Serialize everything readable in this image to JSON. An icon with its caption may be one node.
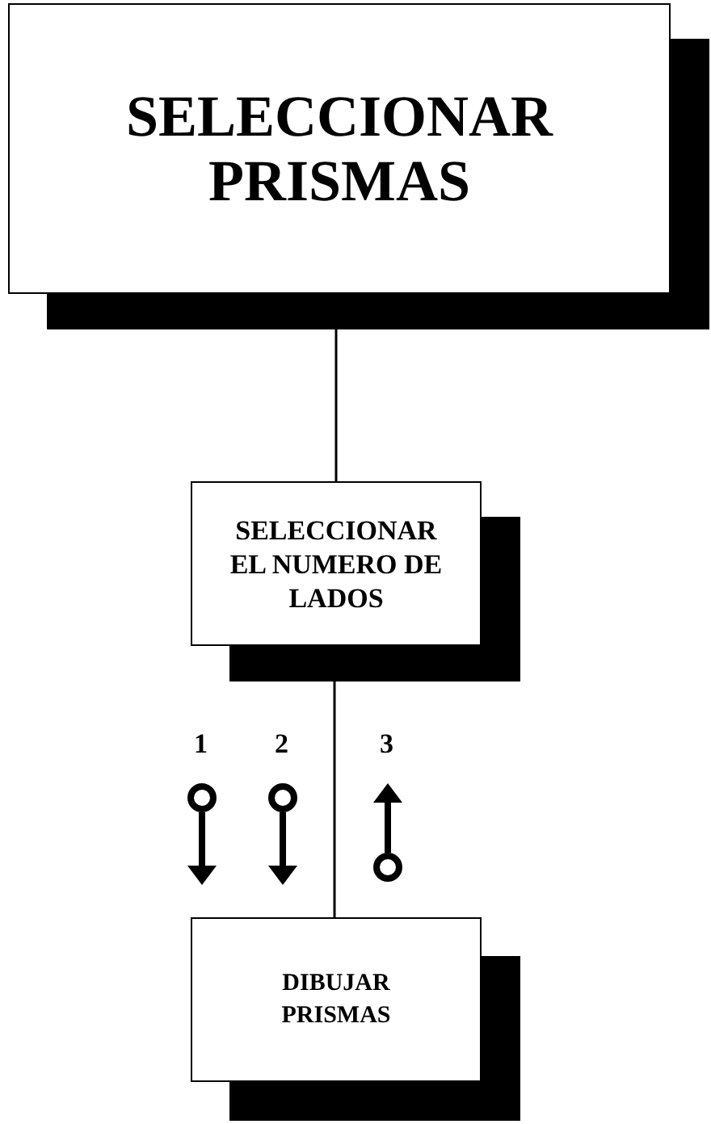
{
  "diagram": {
    "nodes": [
      {
        "text": [
          "SELECCIONAR PRISMAS"
        ]
      },
      {
        "text": [
          "SELECCIONAR EL NUMERO DE LADOS"
        ]
      },
      {
        "text": [
          "DIBUJAR PRISMAS"
        ]
      }
    ],
    "edges": [
      {
        "from": 0,
        "to": 1,
        "arrow": "none"
      },
      {
        "from": 1,
        "to": 2,
        "arrow": "none"
      }
    ],
    "labels": [
      "1",
      "2",
      "3"
    ]
  }
}
